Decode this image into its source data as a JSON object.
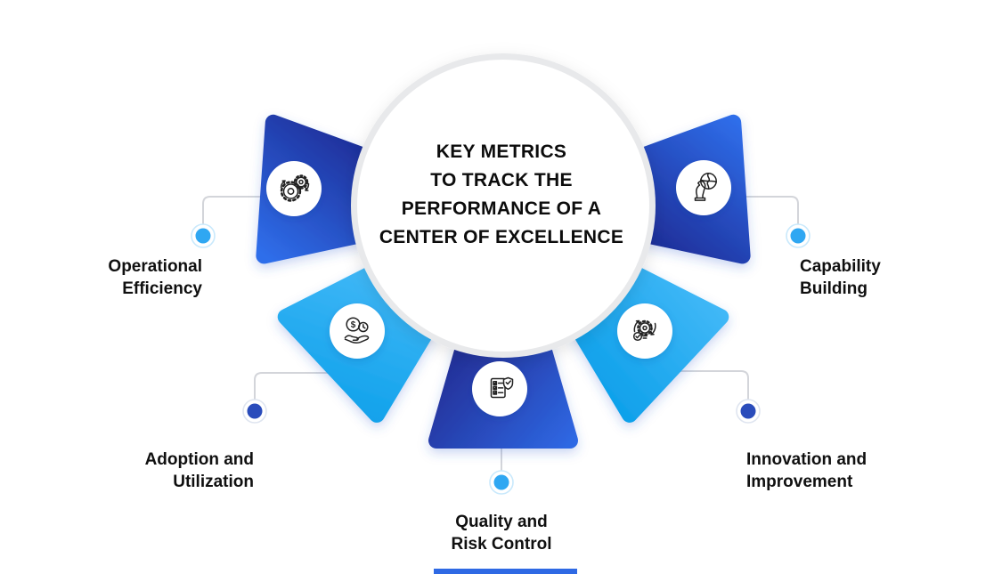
{
  "title": {
    "lines": "KEY METRICS\nTO TRACK THE\nPERFORMANCE OF A\nCENTER OF EXCELLENCE"
  },
  "metrics": [
    {
      "id": "operational-efficiency",
      "label": "Operational\nEfficiency",
      "icon": "gears-process-icon",
      "shade": "dark-blue",
      "dot": "light-blue"
    },
    {
      "id": "capability-building",
      "label": "Capability\nBuilding",
      "icon": "chess-knight-puzzle-icon",
      "shade": "dark-blue",
      "dot": "light-blue"
    },
    {
      "id": "adoption-and-utilization",
      "label": "Adoption and\nUtilization",
      "icon": "hand-coin-clock-icon",
      "shade": "light-blue",
      "dot": "dark-blue"
    },
    {
      "id": "quality-and-risk-control",
      "label": "Quality and\nRisk Control",
      "icon": "checklist-shield-icon",
      "shade": "dark-blue",
      "dot": "light-blue"
    },
    {
      "id": "innovation-and-improvement",
      "label": "Innovation and\nImprovement",
      "icon": "gear-bulb-cycle-icon",
      "shade": "light-blue",
      "dot": "dark-blue"
    }
  ],
  "colors": {
    "dark_petal_gradient": [
      "#1d2b95",
      "#2f6eea"
    ],
    "light_petal_gradient": [
      "#41b8f7",
      "#0da0ea"
    ],
    "light_dot": "#2fa7f2",
    "dark_dot": "#2a4cbb",
    "connector_gray": "#d3d5da",
    "accent_bar_blue": "#2e69e4",
    "title_text": "#0c0c0c"
  }
}
